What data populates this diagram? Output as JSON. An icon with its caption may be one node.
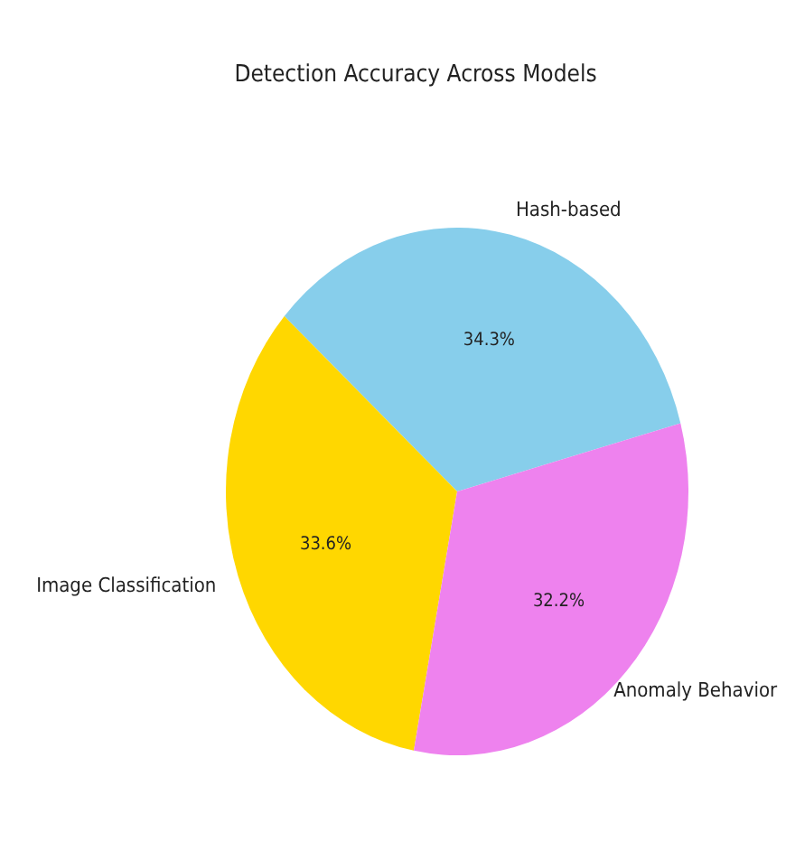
{
  "diagram": {
    "chart_data": {
      "type": "pie",
      "title": "Detection Accuracy Across Models",
      "categories": [
        "Hash-based",
        "Image Classification",
        "Anomaly Behavior"
      ],
      "series": [
        {
          "values": [
            34.3,
            33.6,
            32.2
          ]
        }
      ],
      "colors": [
        "#87ceeb",
        "#ffd700",
        "#ee82ee"
      ],
      "value_labels": [
        "34.3%",
        "33.6%",
        "32.2%"
      ]
    }
  }
}
